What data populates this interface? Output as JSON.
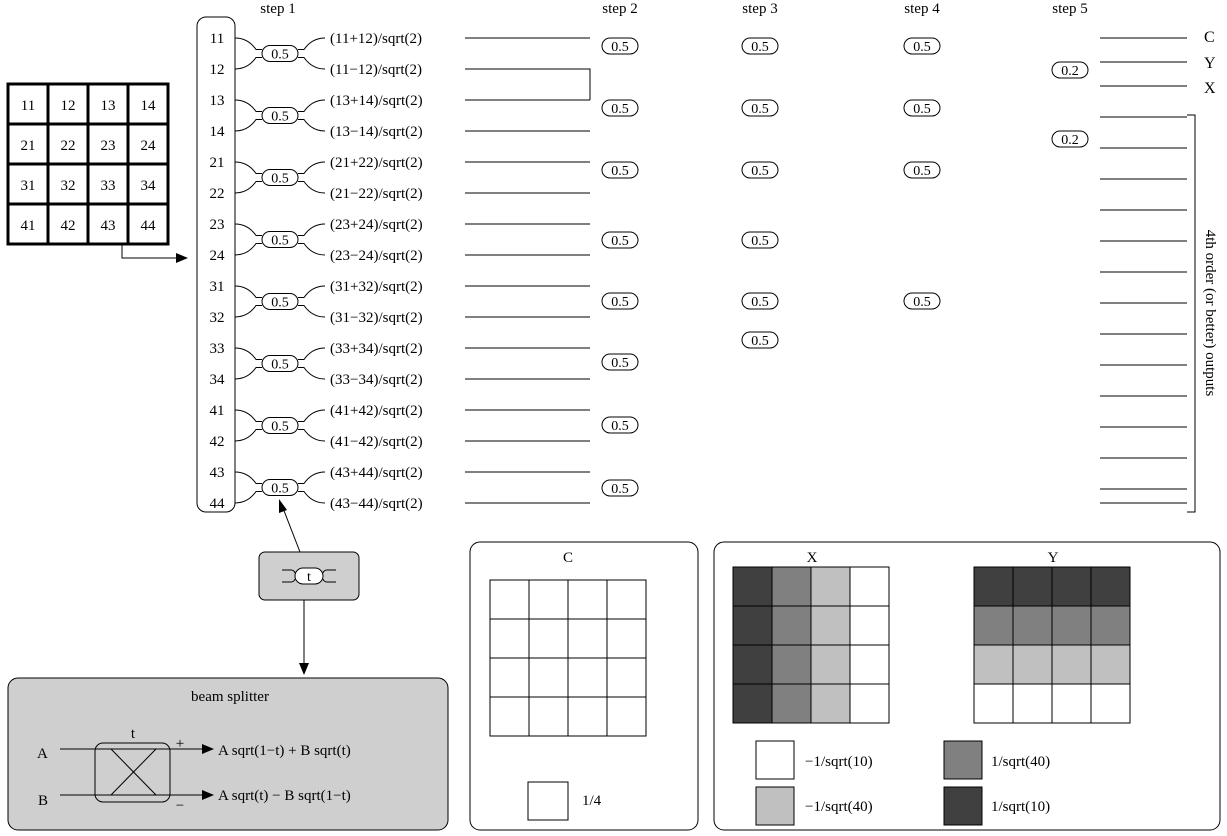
{
  "steps": [
    "step 1",
    "step 2",
    "step 3",
    "step 4",
    "step 5"
  ],
  "grid_numbers": [
    [
      "11",
      "12",
      "13",
      "14"
    ],
    [
      "21",
      "22",
      "23",
      "24"
    ],
    [
      "31",
      "32",
      "33",
      "34"
    ],
    [
      "41",
      "42",
      "43",
      "44"
    ]
  ],
  "input_labels": [
    "11",
    "12",
    "13",
    "14",
    "21",
    "22",
    "23",
    "24",
    "31",
    "32",
    "33",
    "34",
    "41",
    "42",
    "43",
    "44"
  ],
  "step1_outputs": [
    "(11+12)/sqrt(2)",
    "(11−12)/sqrt(2)",
    "(13+14)/sqrt(2)",
    "(13−14)/sqrt(2)",
    "(21+22)/sqrt(2)",
    "(21−22)/sqrt(2)",
    "(23+24)/sqrt(2)",
    "(23−24)/sqrt(2)",
    "(31+32)/sqrt(2)",
    "(31−32)/sqrt(2)",
    "(33+34)/sqrt(2)",
    "(33−34)/sqrt(2)",
    "(41+42)/sqrt(2)",
    "(41−42)/sqrt(2)",
    "(43+44)/sqrt(2)",
    "(43−44)/sqrt(2)"
  ],
  "splitter_value_half": "0.5",
  "splitter_value_fifth": "0.2",
  "outputs": {
    "c": "C",
    "y": "Y",
    "x": "X",
    "bracket_label": "4th order (or better) outputs"
  },
  "beam_splitter": {
    "title": "beam splitter",
    "t": "t",
    "input_a": "A",
    "input_b": "B",
    "plus": "+",
    "minus": "−",
    "out_plus": "A sqrt(1−t) + B sqrt(t)",
    "out_minus": "A sqrt(t) − B sqrt(1−t)"
  },
  "legend_c": {
    "title": "C",
    "swatch_label": "1/4"
  },
  "legend_xy": {
    "x_title": "X",
    "y_title": "Y",
    "items": [
      {
        "label": "−1/sqrt(10)",
        "color": "#ffffff"
      },
      {
        "label": "1/sqrt(40)",
        "color": "#808080"
      },
      {
        "label": "−1/sqrt(40)",
        "color": "#c0c0c0"
      },
      {
        "label": "1/sqrt(10)",
        "color": "#404040"
      }
    ]
  },
  "x_pattern_colors": [
    "#404040",
    "#808080",
    "#c0c0c0",
    "#ffffff"
  ],
  "y_pattern_colors": [
    "#404040",
    "#808080",
    "#c0c0c0",
    "#ffffff"
  ]
}
